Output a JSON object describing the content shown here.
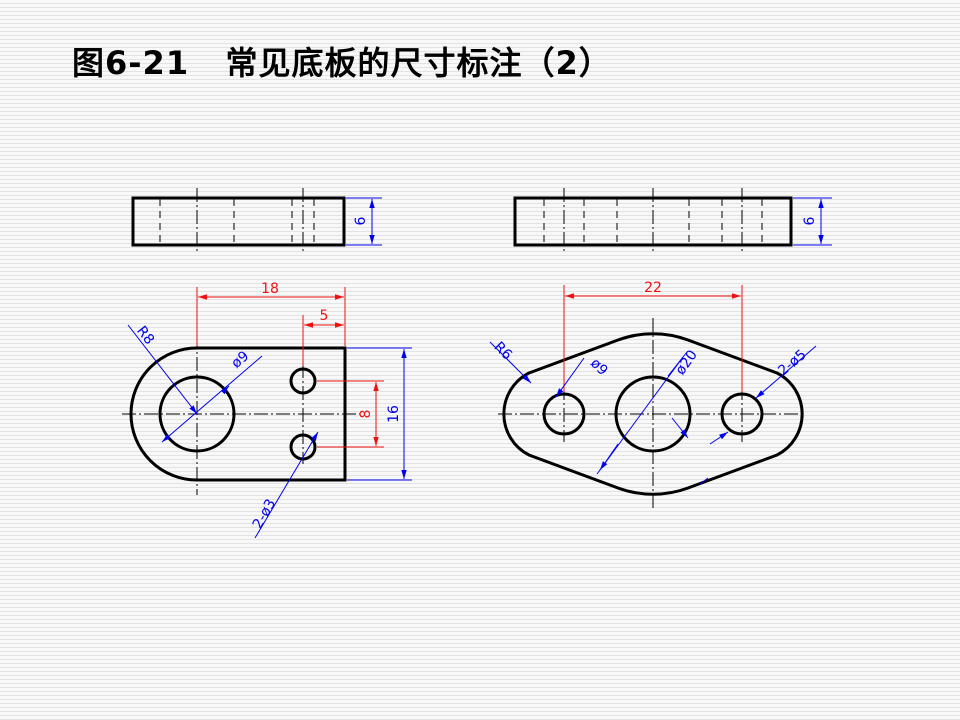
{
  "slide": {
    "title": "图6-21   常见底板的尺寸标注（2）"
  },
  "colors": {
    "outline": "#000000",
    "dimension_blue": "#0000ee",
    "dimension_red": "#ee1111"
  },
  "left_part": {
    "top_view_height": "6",
    "width_18": "18",
    "hole_offset_5": "5",
    "radius_r8": "R8",
    "big_hole_dia": "ø9",
    "hole_spacing_8": "8",
    "height_16": "16",
    "small_holes": "2-ø3"
  },
  "right_part": {
    "top_view_height": "6",
    "center_distance_22": "22",
    "radius_r6": "R6",
    "left_hole_dia": "ø9",
    "center_hole_dia": "ø20",
    "small_holes": "2-ø5"
  }
}
